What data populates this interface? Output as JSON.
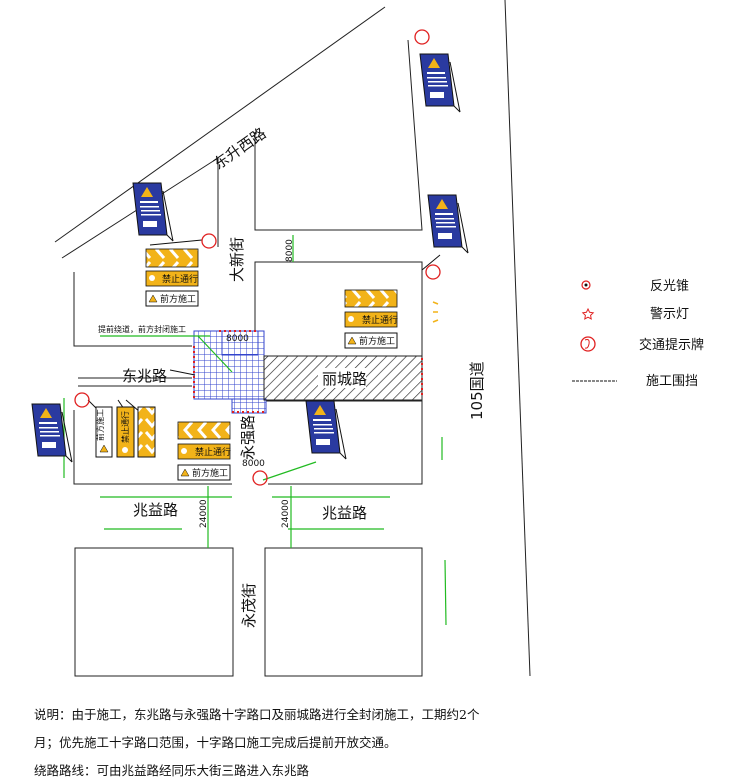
{
  "roads": {
    "dongsheng_west": "东升西路",
    "daxin": "大新街",
    "dongzhao": "东兆路",
    "licheng": "丽城路",
    "yongqiang": "永强路",
    "zhaoyi_left": "兆益路",
    "zhaoyi_right": "兆益路",
    "yongmao": "永茂街",
    "guodao105": "105国道"
  },
  "dimensions": {
    "upper": "8000",
    "junction_top": "8000",
    "junction_bottom": "8000",
    "left": "24000",
    "right": "24000"
  },
  "callout": "提前绕道，前方封闭施工",
  "signs": {
    "no_entry": "禁止通行",
    "ahead_construction": "前方施工"
  },
  "legend": [
    {
      "icon": "reflective-cone-icon",
      "label": "反光锥"
    },
    {
      "icon": "warning-light-icon",
      "label": "警示灯"
    },
    {
      "icon": "traffic-sign-icon",
      "label": "交通提示牌"
    },
    {
      "icon": "barrier-line-icon",
      "label": "施工围挡"
    }
  ],
  "notes": [
    "说明：由于施工，东兆路与永强路十字路口及丽城路进行全封闭施工，工期约2个",
    "月；优先施工十字路口范围，十字路口施工完成后提前开放交通。",
    "绕路路线：可由兆益路经同乐大街三路进入东兆路"
  ],
  "colors": {
    "sign_blue": "#2a3aa0",
    "arrow_yellow": "#f2b319",
    "marker_red": "#e02020",
    "barrier_green": "#22bb22",
    "grid_blue": "#3344cc"
  }
}
